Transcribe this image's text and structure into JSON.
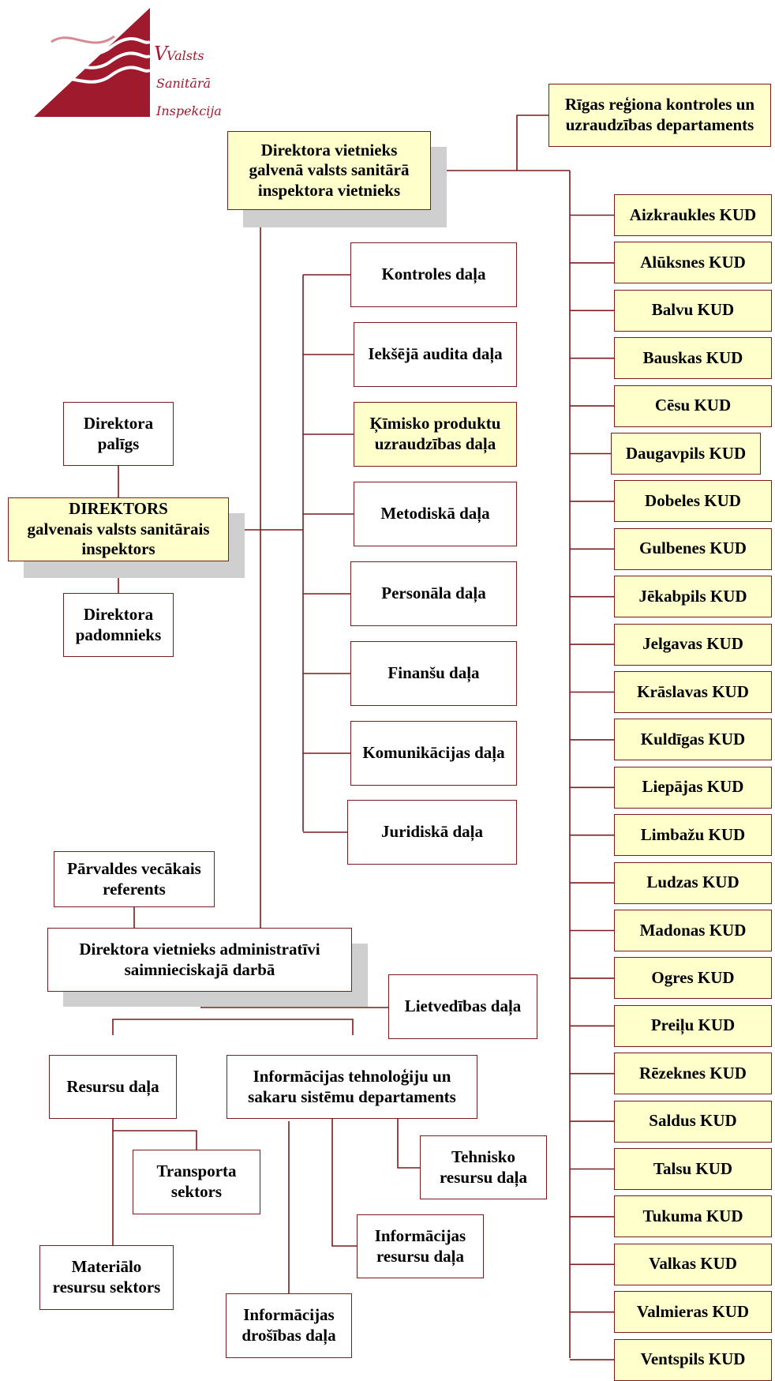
{
  "logo": {
    "line1": "Valsts",
    "line2": "Sanitārā",
    "line3": "Inspekcija"
  },
  "colors": {
    "line": "#7a1c1c",
    "yellow_fill": "#ffffcc",
    "shadow": "#cfcfcf",
    "logo": "#a01a2e"
  },
  "riga_department": "Rīgas reģiona kontroles un\nuzraudzības departaments",
  "deputy_main": "Direktora vietnieks\ngalvenā valsts sanitārā\ninspektora vietnieks",
  "director": "DIREKTORS\ngalvenais valsts sanitārais\ninspektors",
  "director_assistant": "Direktora\npalīgs",
  "director_advisor": "Direktora\npadomnieks",
  "divisions": {
    "control": "Kontroles daļa",
    "internal_audit": "Iekšējā audita daļa",
    "chemical": "Ķīmisko produktu\nuzraudzības daļa",
    "methodical": "Metodiskā daļa",
    "personnel": "Personāla daļa",
    "finance": "Finanšu daļa",
    "communication": "Komunikācijas daļa",
    "legal": "Juridiskā daļa"
  },
  "senior_referent": "Pārvaldes vecākais\nreferents",
  "deputy_admin": "Direktora vietnieks administratīvi\nsaimnieciskajā darbā",
  "records_management": "Lietvedības daļa",
  "resources": "Resursu daļa",
  "it_department": "Informācijas tehnoloģiju un\nsakaru sistēmu departaments",
  "transport": "Transporta\nsektors",
  "material_resources": "Materiālo\nresursu sektors",
  "technical_resources": "Tehnisko\nresursu daļa",
  "information_resources": "Informācijas\nresursu daļa",
  "information_security": "Informācijas\ndrošības daļa",
  "kud": [
    "Aizkraukles KUD",
    "Alūksnes KUD",
    "Balvu KUD",
    "Bauskas KUD",
    "Cēsu KUD",
    "Daugavpils KUD",
    "Dobeles KUD",
    "Gulbenes KUD",
    "Jēkabpils KUD",
    "Jelgavas KUD",
    "Krāslavas KUD",
    "Kuldīgas KUD",
    "Liepājas KUD",
    "Limbažu KUD",
    "Ludzas KUD",
    "Madonas KUD",
    "Ogres KUD",
    "Preiļu KUD",
    "Rēzeknes KUD",
    "Saldus KUD",
    "Talsu KUD",
    "Tukuma KUD",
    "Valkas KUD",
    "Valmieras KUD",
    "Ventspils KUD"
  ]
}
